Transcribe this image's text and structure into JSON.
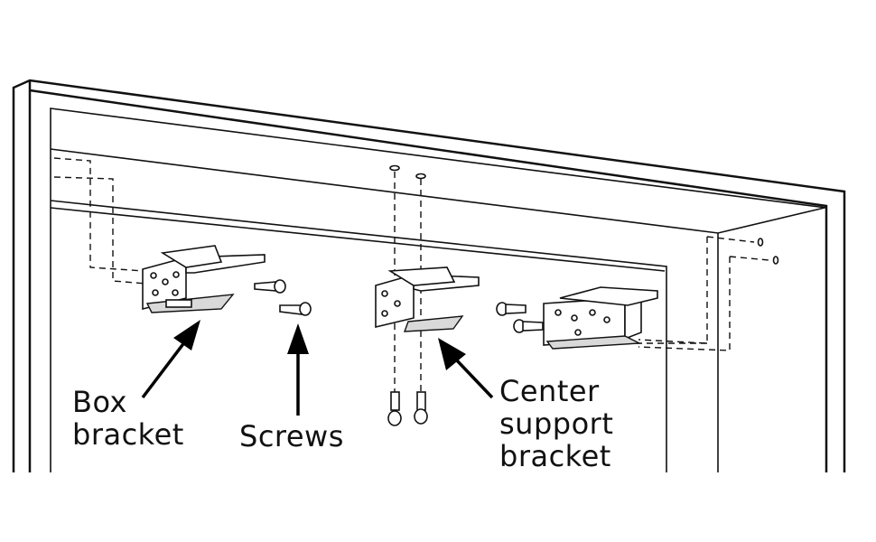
{
  "labels": {
    "box_bracket_line1": "Box",
    "box_bracket_line2": "bracket",
    "screws": "Screws",
    "center_line1": "Center",
    "center_line2": "support",
    "center_line3": "bracket"
  }
}
